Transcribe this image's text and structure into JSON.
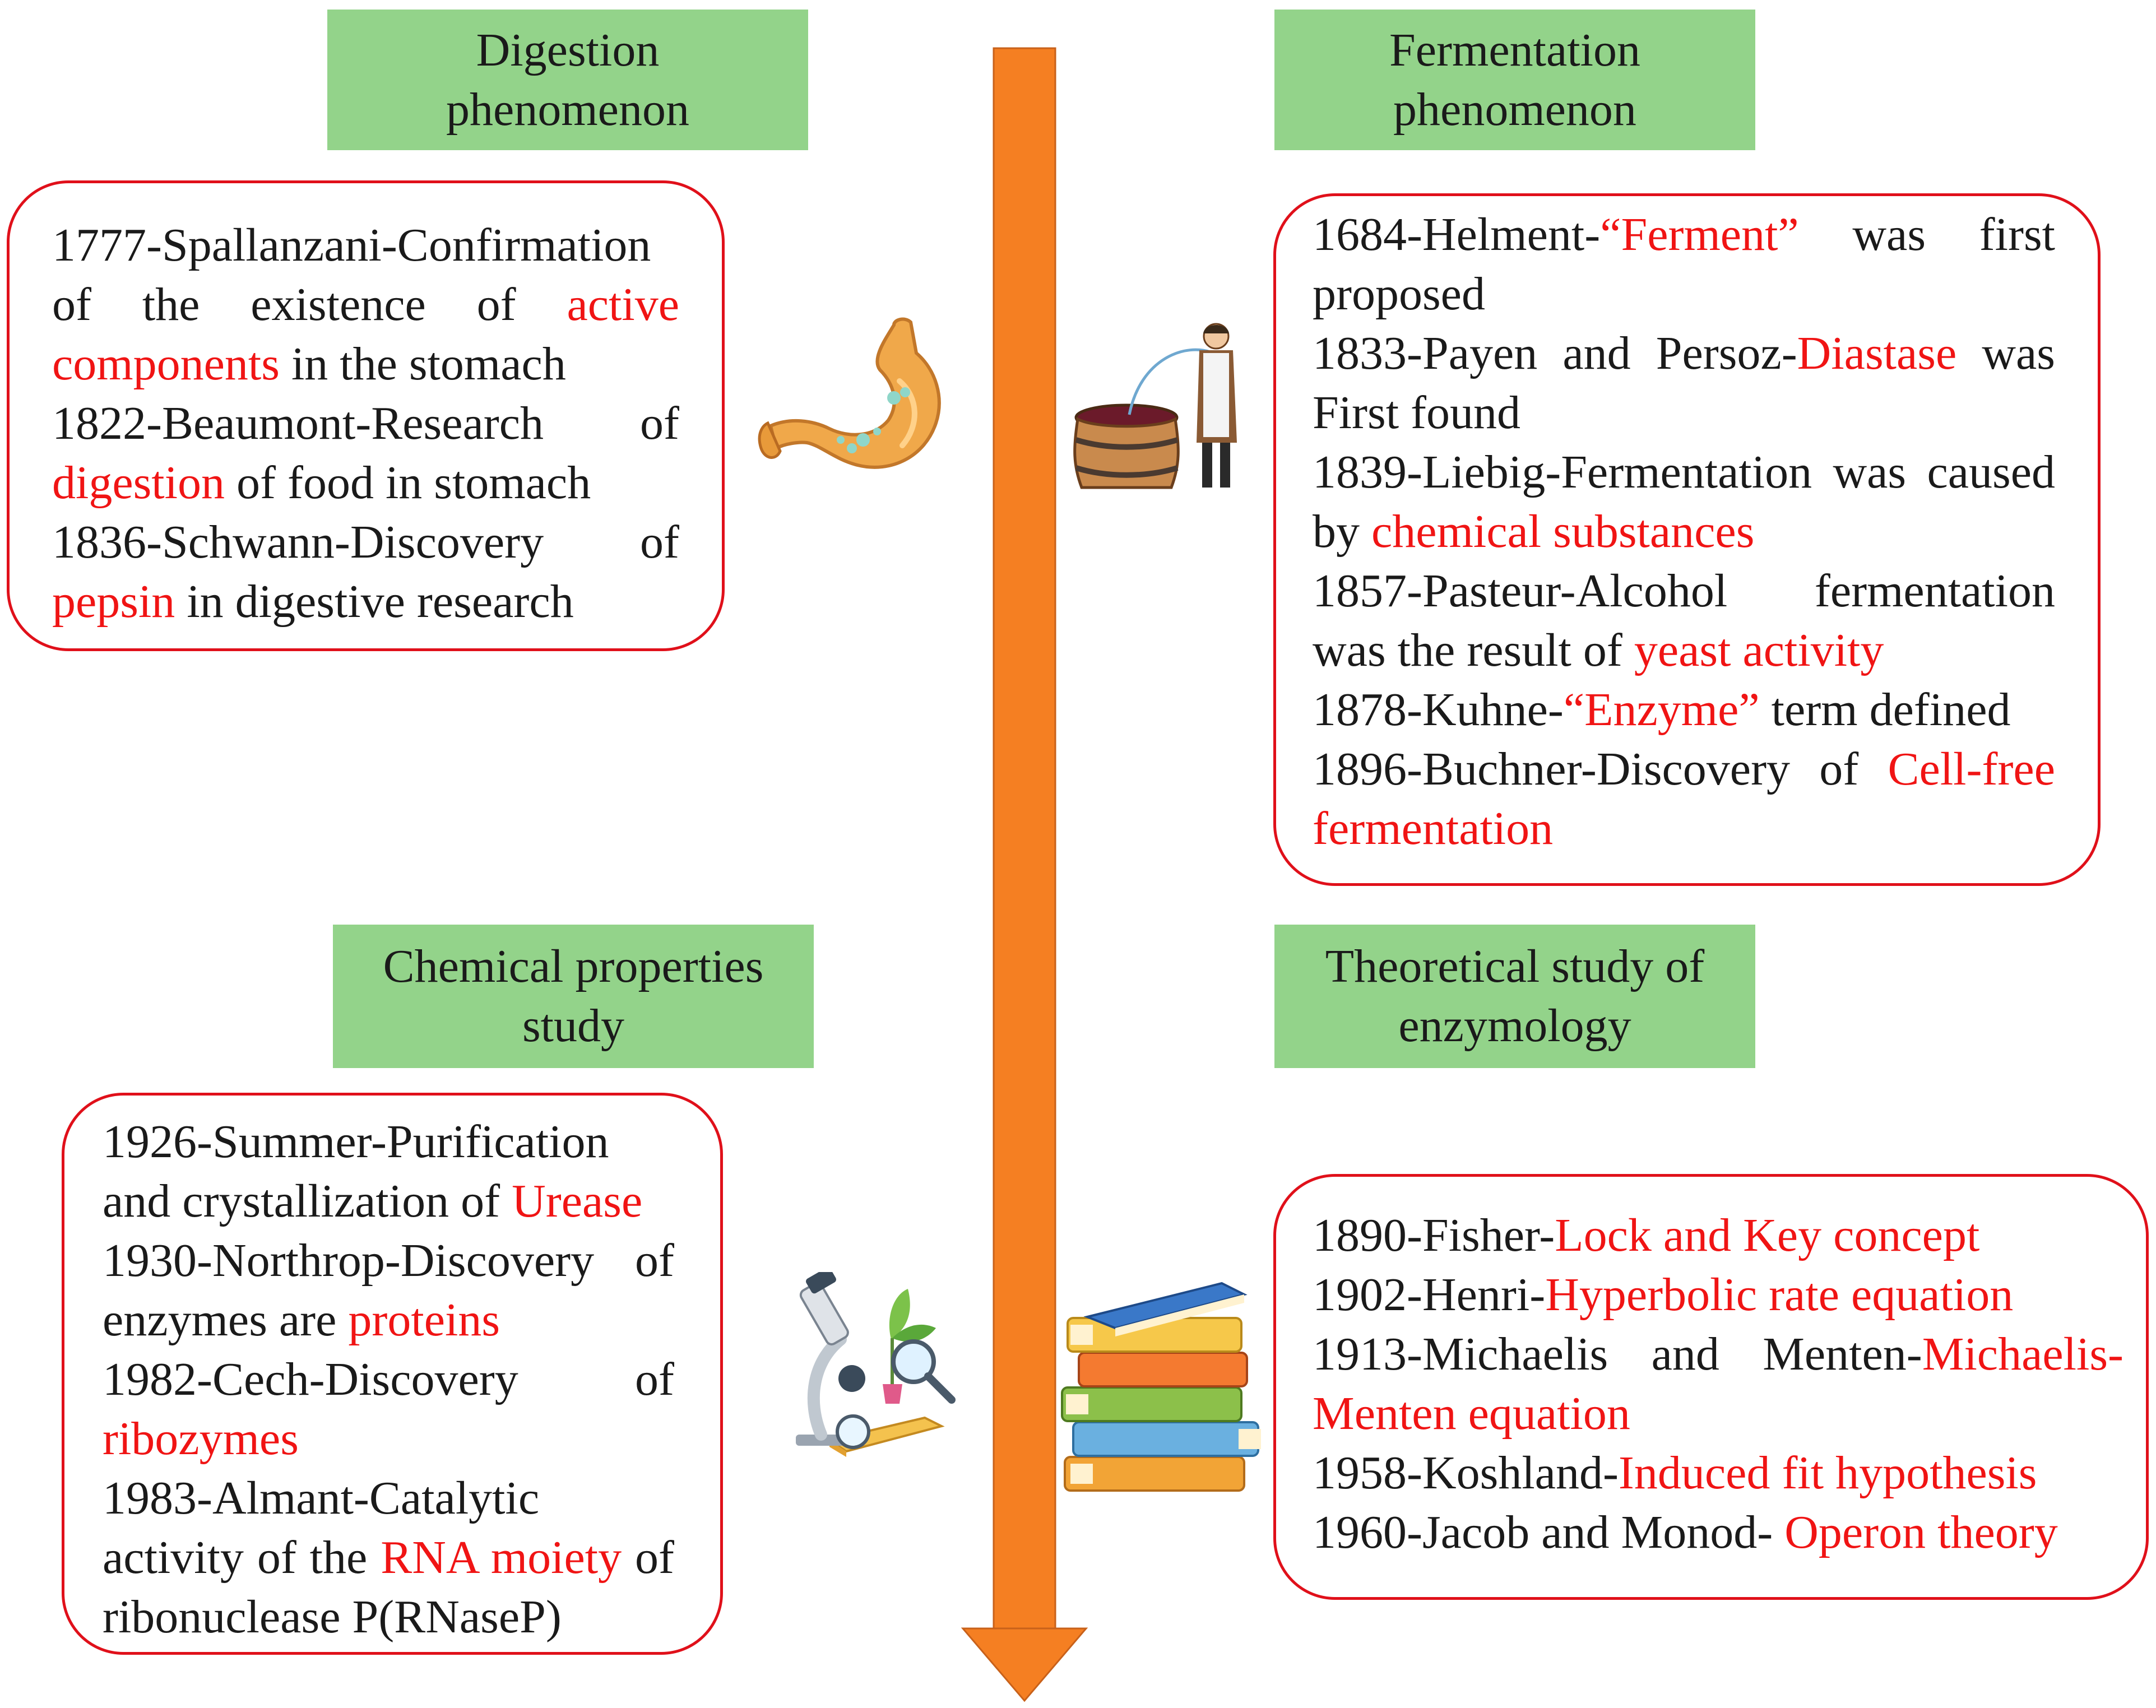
{
  "panels": {
    "digestion": {
      "label_lines": [
        "Digestion",
        "phenomenon"
      ],
      "entries": [
        [
          {
            "t": "1777-Spallanzani-Confirmation of the existence of "
          },
          {
            "t": "active components",
            "hl": true
          },
          {
            "t": " in the stomach"
          }
        ],
        [
          {
            "t": "1822-Beaumont-Research of "
          },
          {
            "t": "digestion",
            "hl": true
          },
          {
            "t": " of food in stomach"
          }
        ],
        [
          {
            "t": "1836-Schwann-Discovery of "
          },
          {
            "t": "pepsin",
            "hl": true
          },
          {
            "t": " in digestive research"
          }
        ]
      ]
    },
    "fermentation": {
      "label_lines": [
        "Fermentation",
        "phenomenon"
      ],
      "entries": [
        [
          {
            "t": "1684-Helment-"
          },
          {
            "t": "“Ferment”",
            "hl": true
          },
          {
            "t": " was first proposed"
          }
        ],
        [
          {
            "t": "1833-Payen and Persoz-"
          },
          {
            "t": "Diastase",
            "hl": true
          },
          {
            "t": " was First found"
          }
        ],
        [
          {
            "t": "1839-Liebig-Fermentation was caused by "
          },
          {
            "t": "chemical substances",
            "hl": true
          }
        ],
        [
          {
            "t": "1857-Pasteur-Alcohol fermentation was the result of "
          },
          {
            "t": "yeast activity",
            "hl": true
          }
        ],
        [
          {
            "t": "1878-Kuhne-"
          },
          {
            "t": "“Enzyme”",
            "hl": true
          },
          {
            "t": " term defined"
          }
        ],
        [
          {
            "t": "1896-Buchner-Discovery of "
          },
          {
            "t": "Cell-free fermentation",
            "hl": true
          }
        ]
      ]
    },
    "chemical": {
      "label_lines": [
        "Chemical properties",
        "study"
      ],
      "entries": [
        [
          {
            "t": "1926-Summer-Purification and crystallization of "
          },
          {
            "t": "Urease",
            "hl": true
          }
        ],
        [
          {
            "t": "1930-Northrop-Discovery of enzymes are "
          },
          {
            "t": "proteins",
            "hl": true
          }
        ],
        [
          {
            "t": "1982-Cech-Discovery of "
          },
          {
            "t": "ribozymes",
            "hl": true
          }
        ],
        [
          {
            "t": "1983-Almant-Catalytic activity of the "
          },
          {
            "t": "RNA moiety",
            "hl": true
          },
          {
            "t": " of ribonuclease P(RNaseP)"
          }
        ]
      ]
    },
    "theoretical": {
      "label_lines": [
        "Theoretical study of",
        "enzymology"
      ],
      "entries": [
        [
          {
            "t": "1890-Fisher-"
          },
          {
            "t": "Lock and Key concept",
            "hl": true
          }
        ],
        [
          {
            "t": "1902-Henri-"
          },
          {
            "t": "Hyperbolic rate equation",
            "hl": true
          }
        ],
        [
          {
            "t": "1913-Michaelis and Menten-"
          },
          {
            "t": "Michaelis-Menten equation",
            "hl": true
          }
        ],
        [
          {
            "t": "1958-Koshland-"
          },
          {
            "t": "Induced fit hypothesis",
            "hl": true
          }
        ],
        [
          {
            "t": "1960-Jacob and Monod- "
          },
          {
            "t": "Operon theory",
            "hl": true
          }
        ]
      ]
    }
  },
  "icons": [
    "stomach-icon",
    "wine-barrel-icon",
    "microscope-icon",
    "books-icon"
  ],
  "colors": {
    "label_bg": "#93d38a",
    "highlight": "#f01414",
    "box_border": "#e0101a",
    "arrow": "#f57f22"
  }
}
